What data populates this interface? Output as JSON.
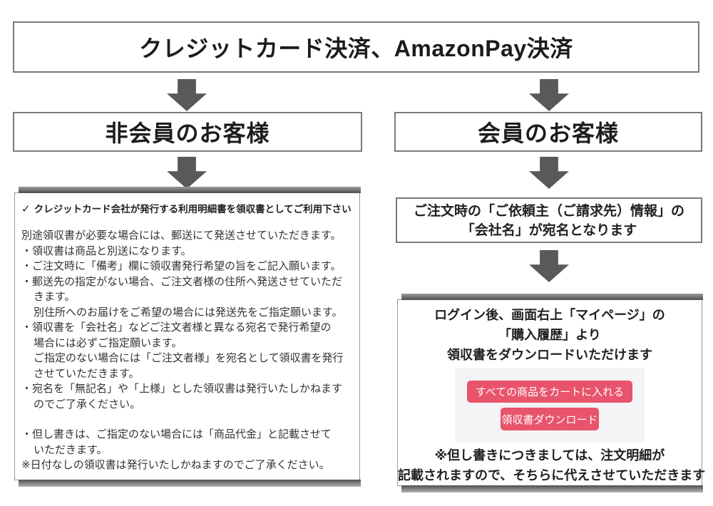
{
  "title": "クレジットカード決済、AmazonPay決済",
  "left": {
    "header": "非会員のお客様",
    "check_mark": "✓",
    "check_text": "クレジットカード会社が発行する利用明細書を領収書としてご利用下さい",
    "lines": [
      {
        "text": "別途領収書が必要な場合には、郵送にて発送させていただきます。",
        "style": "flush"
      },
      {
        "text": "・領収書は商品と別送になります。",
        "style": "flush"
      },
      {
        "text": "・ご注文時に「備考」欄に領収書発行希望の旨をご記入願います。",
        "style": "flush"
      },
      {
        "text": "・郵送先の指定がない場合、ご注文者様の住所へ発送させていただ",
        "style": "flush"
      },
      {
        "text": "きます。",
        "style": "indent"
      },
      {
        "text": "別住所へのお届けをご希望の場合には発送先をご指定願います。",
        "style": "indent"
      },
      {
        "text": "・領収書を「会社名」などご注文者様と異なる宛名で発行希望の",
        "style": "flush"
      },
      {
        "text": "場合には必ずご指定願います。",
        "style": "indent"
      },
      {
        "text": "ご指定のない場合には「ご注文者様」を宛名として領収書を発行",
        "style": "indent"
      },
      {
        "text": "させていただきます。",
        "style": "indent"
      },
      {
        "text": "・宛名を「無記名」や「上様」とした領収書は発行いたしかねます",
        "style": "flush"
      },
      {
        "text": "のでご了承ください。",
        "style": "indent"
      },
      {
        "text": "・但し書きは、ご指定のない場合には「商品代金」と記載させて",
        "style": "flush gap"
      },
      {
        "text": "いただきます。",
        "style": "indent"
      },
      {
        "text": "※日付なしの領収書は発行いたしかねますのでご了承ください。",
        "style": "flush"
      }
    ]
  },
  "right": {
    "header": "会員のお客様",
    "box1_lines": [
      "ご注文時の「ご依頼主（ご請求先）情報」の",
      "「会社名」が宛名となります"
    ],
    "box2": {
      "intro_lines": [
        "ログイン後、画面右上「マイページ」の",
        "「購入履歴」より",
        "領収書をダウンロードいただけます"
      ],
      "buttons": [
        "すべての商品をカートに入れる",
        "領収書ダウンロード"
      ],
      "footer_lines": [
        "※但し書きにつきましては、注文明細が",
        "記載されますので、そちらに代えさせていただきます"
      ]
    }
  },
  "colors": {
    "accent_button": "#e8546b",
    "arrow": "#595959",
    "border": "#7a7a7a",
    "panel_bg": "#f4f4f6",
    "band_dark": "#4f4f4f",
    "band_light": "#b3b3b3"
  }
}
